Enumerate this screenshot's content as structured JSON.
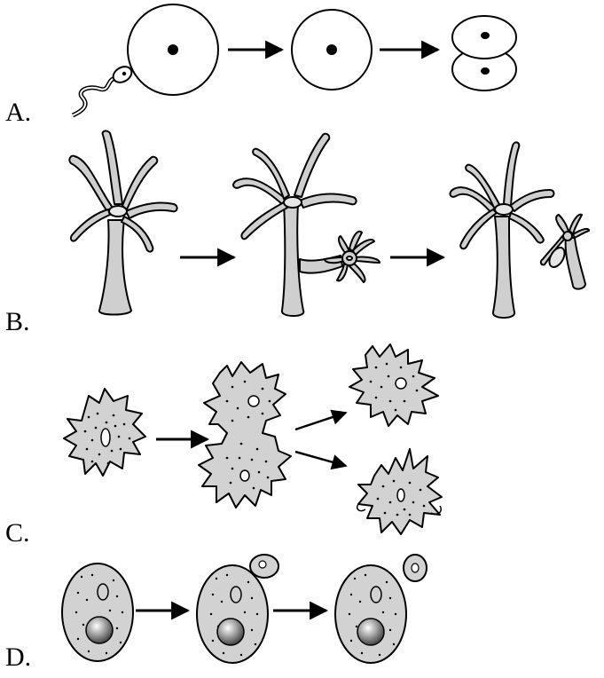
{
  "rows": [
    {
      "label": "A.",
      "process": "fertilization"
    },
    {
      "label": "B.",
      "process": "budding"
    },
    {
      "label": "C.",
      "process": "binary-fission"
    },
    {
      "label": "D.",
      "process": "yeast-budding"
    }
  ],
  "colors": {
    "ink": "#000000",
    "cell_fill": "#d2d2d2",
    "nucleus": "#000000",
    "background": "#ffffff"
  }
}
